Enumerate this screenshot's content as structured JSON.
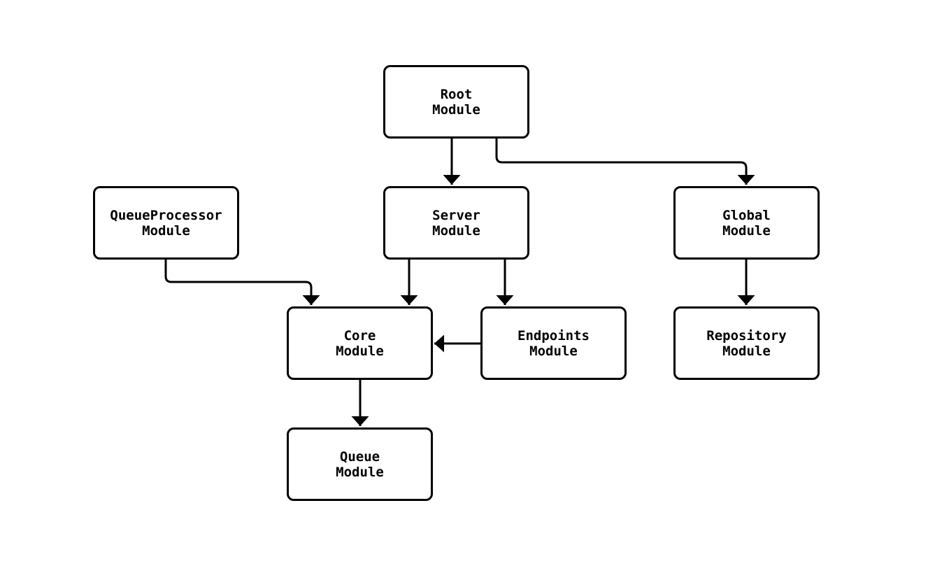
{
  "diagram": {
    "type": "module-dependency-flowchart",
    "background_color": "#ffffff",
    "node_fill_color": "#ffffff",
    "node_border_color": "#000000",
    "edge_color": "#000000",
    "text_color": "#000000",
    "nodes": {
      "root": {
        "label": "Root\nModule"
      },
      "server": {
        "label": "Server\nModule"
      },
      "queueprocessor": {
        "label": "QueueProcessor\nModule"
      },
      "global": {
        "label": "Global\nModule"
      },
      "core": {
        "label": "Core\nModule"
      },
      "endpoints": {
        "label": "Endpoints\nModule"
      },
      "repository": {
        "label": "Repository\nModule"
      },
      "queue": {
        "label": "Queue\nModule"
      }
    },
    "edges": [
      {
        "from": "Root Module",
        "to": "Server Module"
      },
      {
        "from": "Root Module",
        "to": "Global Module"
      },
      {
        "from": "QueueProcessor Module",
        "to": "Core Module"
      },
      {
        "from": "Server Module",
        "to": "Core Module"
      },
      {
        "from": "Server Module",
        "to": "Endpoints Module"
      },
      {
        "from": "Endpoints Module",
        "to": "Core Module"
      },
      {
        "from": "Global Module",
        "to": "Repository Module"
      },
      {
        "from": "Core Module",
        "to": "Queue Module"
      }
    ]
  }
}
